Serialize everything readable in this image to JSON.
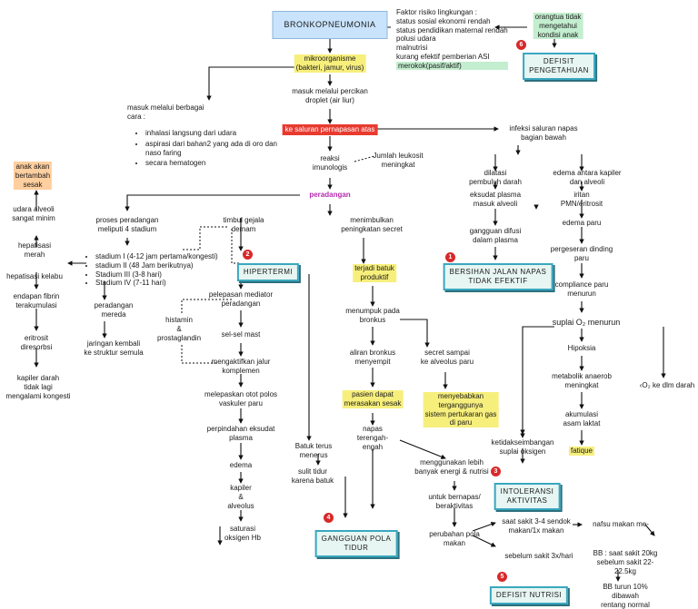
{
  "title": "BRONKOPNEUMONIA",
  "risk_factors": {
    "heading": "Faktor risiko lingkungan :",
    "items": [
      "status sosial ekonomi rendah",
      "status pendidikan maternal rendah",
      "polusi udara",
      "malnutrisi",
      "kurang efektif pemberian ASI",
      "merokok(pasif/aktif)"
    ]
  },
  "nodes": {
    "parent_knowledge": "orangtua tidak\nmengetahui\nkondisi anak",
    "microorganism": "mikroorganisme\n(bakteri, jamur, virus)",
    "droplet_entry": "masuk melalui percikan\ndroplet (air liur)",
    "other_entry": "masuk melalui berbagai\ncara :",
    "upper_tract": "ke saluran pernapasan atas",
    "lower_tract_infection": "infeksi saluran napas\nbagian bawah",
    "immune_reaction": "reaksi\nimunologis",
    "leukocyte": "Jumlah leukosit\nmeningkat",
    "inflammation": "peradangan",
    "vasodilation": "dilatasi\npembuluh darah",
    "edema_capillary": "edema antara kapiler\ndan alveoli",
    "exudate": "eksudat plasma\nmasuk alveoli",
    "rbc_leak": "iritan\nPMN/eritrosit",
    "diffusion": "gangguan difusi\ndalam plasma",
    "lung_edema": "edema paru",
    "alveoli_wall": "pergeseran dinding\nparu",
    "compliance": "compliance paru\nmenurun",
    "o2_supply": "suplai O₂ menurun",
    "hypoxia": "Hipoksia",
    "anaerobic": "metabolik anaerob\nmeningkat",
    "lactic": "akumulasi\nasam laktat",
    "fatigue": "fatique",
    "o2_blood": "‹O₂ ke dlm darah",
    "o2_imbalance": "ketidakseimbangan\nsuplai oksigen",
    "stages": "proses peradangan\nmeliputi 4 stadium",
    "symptoms": "timbul gejala\ndemam",
    "secretion": "menimbulkan\npeningkatan secret",
    "cough_productive": "terjadi batuk\nproduktif",
    "accumulation": "menumpuk pada\nbronkus",
    "bronchus_narrow": "aliran bronkus\nmenyempit",
    "secret_alveoli": "secret sampai\nke alveolus paru",
    "dyspnea": "pasien dapat\nmerasakan sesak",
    "gas_exchange": "menyebabkan\nterganggunya\nsistem pertukaran gas\ndi paru",
    "breath_hard": "napas\nterengah-\nengah",
    "energy_use": "menggunakan lebih\nbanyak energi & nutrisi",
    "breathe_activity": "untuk bernapas/\nberaktivitas",
    "eating_change": "perubahan pola\nmakan",
    "eat_now": "saat sakit 3-4 sendok\nmakan/1x makan",
    "eat_before": "sebelum sakit 3x/hari",
    "appetite": "nafsu makan me-",
    "weight": "BB : saat sakit 20kg\nsebelum sakit 22-22.5kg",
    "weight_drop": "BB turun 10% dibawah\nrentang normal",
    "continuous_cough": "Batuk terus\nmenerus",
    "sleep_difficulty": "sulit tidur\nkarena batuk",
    "mediator": "pelepasan mediator\nperadangan",
    "histamine": "histamin\n&\nprostaglandin",
    "mast": "sel-sel mast",
    "complement": "mengaktifkan jalur\nkomplemen",
    "smooth_muscle": "melepaskan otot polos\nvaskuler paru",
    "exudate_shift": "perpindahan eksudat\nplasma",
    "edema": "edema",
    "capillary": "kapiler\n&\nalveolus",
    "saturation": "saturasi\noksigen Hb",
    "reduced": "peradangan\nmereda",
    "healed": "jaringan kembali\nke struktur semula",
    "orange_box": "anak akan\nbertambah\nsesak",
    "alveoli_air": "udara alveoli\nsangat minim",
    "hepatization_red": "hepatisasi\nmerah",
    "hepatization_grey": "hepatisasi kelabu",
    "fibrin": "endapan fibrin\nterakumulasi",
    "erythrocyte": "eritrosit\ndiresorbsi",
    "capillary_congest": "kapiler darah\ntidak lagi\nmengalami kongesti"
  },
  "other_entry_items": [
    "inhalasi langsung dari udara",
    "aspirasi dari bahan2 yang ada di oro dan naso faring",
    "secara hematogen"
  ],
  "stage_items": [
    "stadium I (4-12 jam pertama/kongesti)",
    "stadium II (48 Jam berikutnya)",
    "Stadium III (3-8 hari)",
    "Stadium IV (7-11 hari)"
  ],
  "diagnoses": [
    {
      "num": "6",
      "label": "DEFISIT\nPENGETAHUAN"
    },
    {
      "num": "2",
      "label": "HIPERTERMI"
    },
    {
      "num": "1",
      "label": "BERSIHAN JALAN NAPAS\nTIDAK EFEKTIF"
    },
    {
      "num": "3",
      "label": "INTOLERANSI\nAKTIVITAS"
    },
    {
      "num": "4",
      "label": "GANGGUAN POLA\nTIDUR"
    },
    {
      "num": "5",
      "label": "DEFISIT NUTRISI"
    }
  ],
  "colors": {
    "title_bg": "#c8e3fb",
    "diagnosis_border": "#3aa7bf",
    "number_badge": "#d8292a",
    "highlight_yellow": "#f7ef7c",
    "highlight_red": "#e83a2f"
  }
}
